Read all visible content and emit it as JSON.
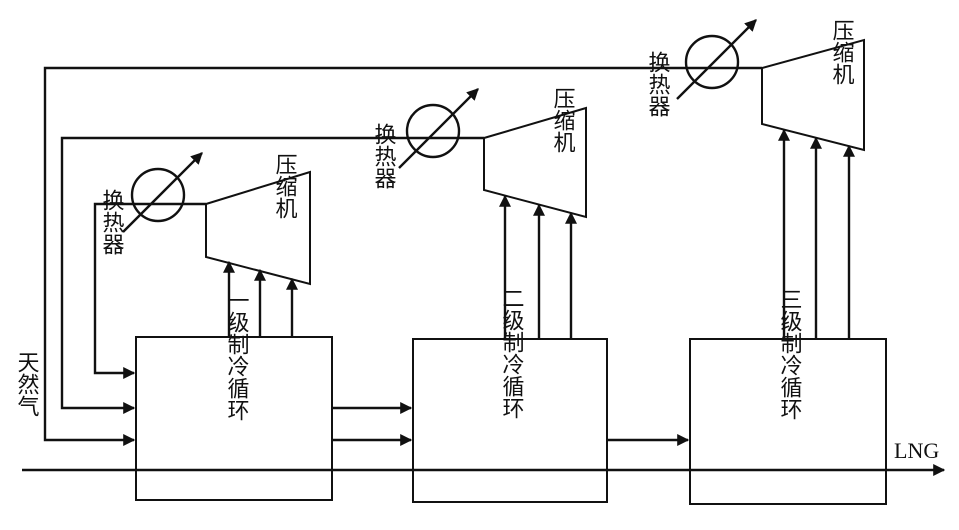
{
  "inputs": {
    "natural_gas": "天然气"
  },
  "output": {
    "lng": "LNG"
  },
  "cycles": [
    {
      "label": "一级制冷循环"
    },
    {
      "label": "二级制冷循环"
    },
    {
      "label": "三级制冷循环"
    }
  ],
  "compressors": [
    {
      "label": "压缩机"
    },
    {
      "label": "压缩机"
    },
    {
      "label": "压缩机"
    }
  ],
  "heat_exchangers": [
    {
      "label": "换热器"
    },
    {
      "label": "换热器"
    },
    {
      "label": "换热器"
    }
  ]
}
